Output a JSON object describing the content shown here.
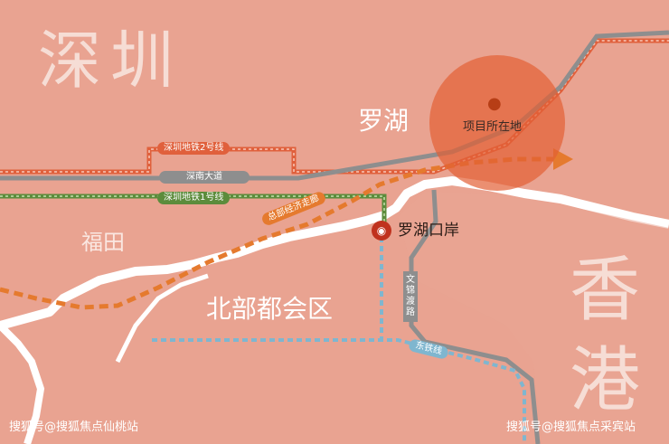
{
  "regions": {
    "shenzhen": "深圳",
    "hongkong_1": "香",
    "hongkong_2": "港",
    "futian": "福田",
    "luohu": "罗湖",
    "north_metro": "北部都会区"
  },
  "project": {
    "label": "项目所在地",
    "icon": "location-pin-icon"
  },
  "port": {
    "label": "罗湖口岸",
    "icon": "railway-station-icon"
  },
  "routes": {
    "metro2": {
      "label": "深圳地铁2号线",
      "color": "#e0603c"
    },
    "shennan": {
      "label": "深南大道",
      "color": "#8e8e8e"
    },
    "metro1": {
      "label": "深圳地铁1号线",
      "color": "#5c8c3c"
    },
    "corridor": {
      "label": "总部经济走廊",
      "color": "#e57a2e"
    },
    "wenjin": {
      "label": "文锦渡路",
      "color": "#8e8e8e"
    },
    "east_rail": {
      "label": "东铁线",
      "color": "#7fb6cf"
    }
  },
  "watermarks": {
    "left": "搜狐号@搜狐焦点仙桃站",
    "right": "搜狐号@搜狐焦点采宾站"
  },
  "colors": {
    "land": "#e9a391",
    "river": "#ffffff",
    "highlight": "#e35f34"
  }
}
